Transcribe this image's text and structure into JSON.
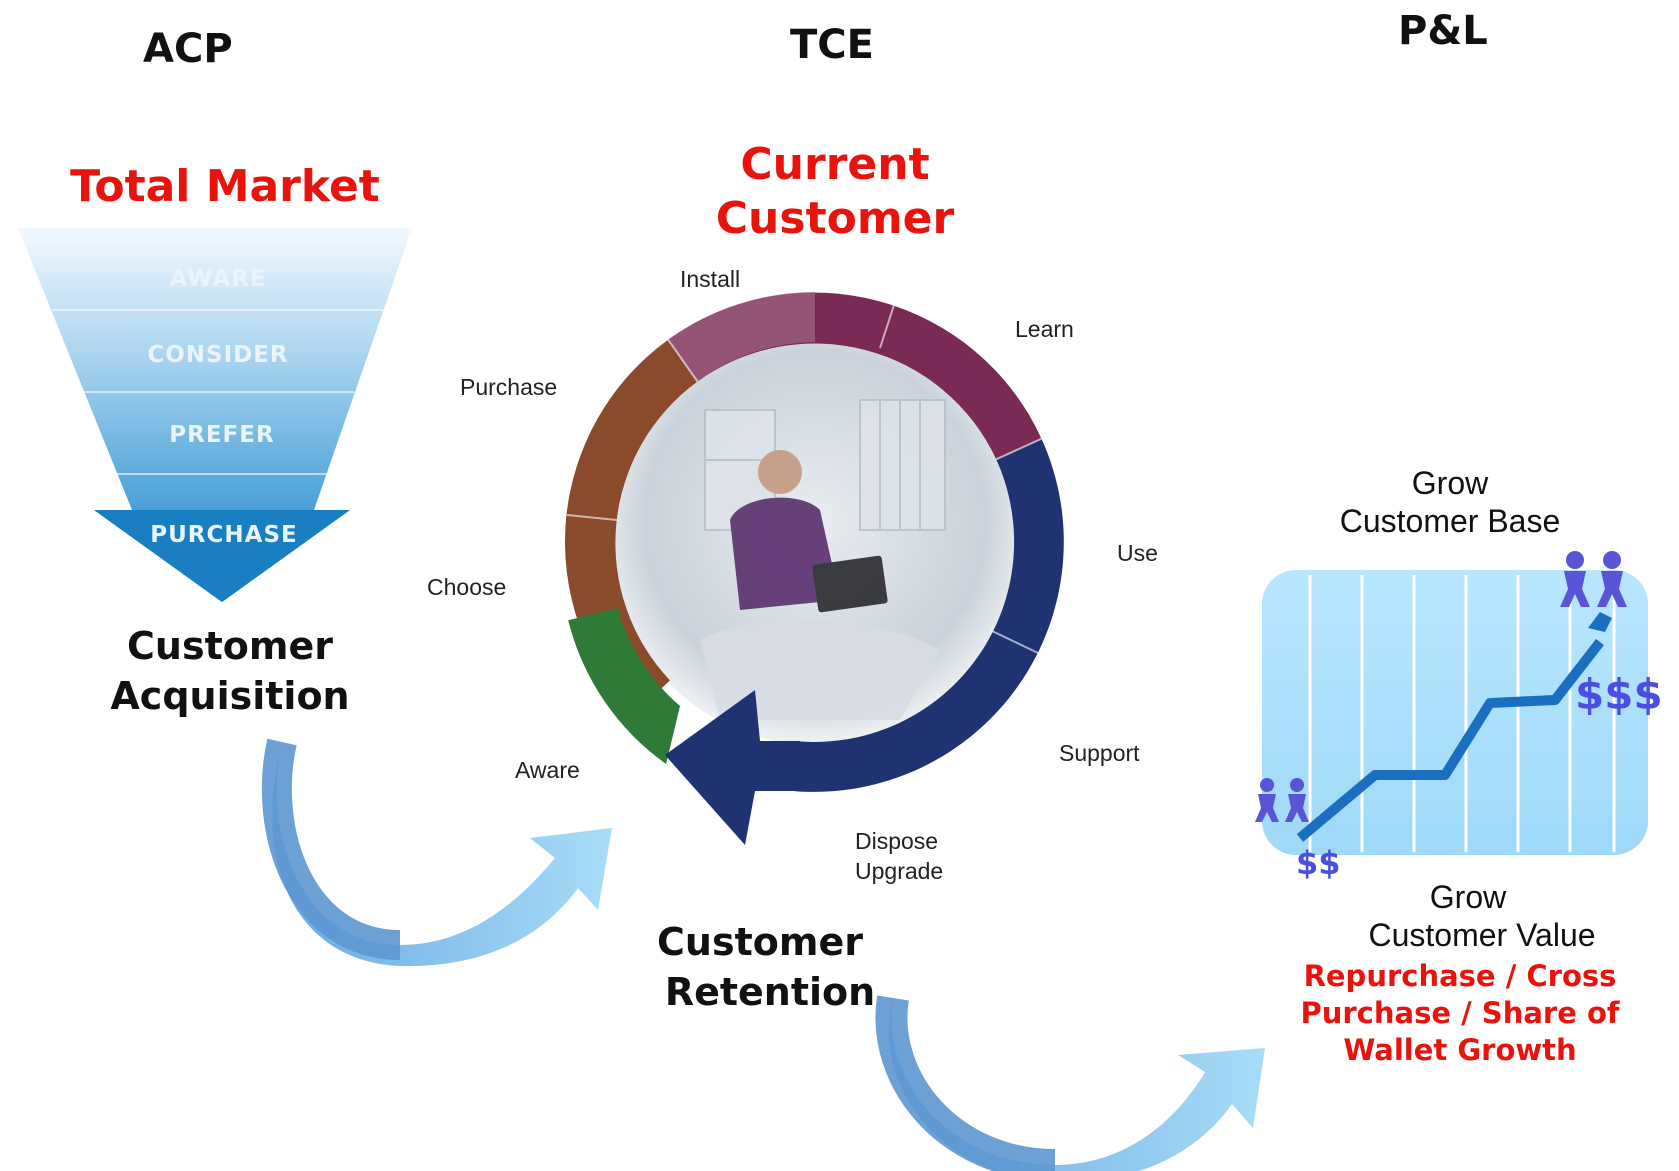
{
  "headers": {
    "acp": "ACP",
    "tce": "TCE",
    "pl": "P&L"
  },
  "acquisition": {
    "title": "Total Market",
    "funnel_stages": [
      "AWARE",
      "CONSIDER",
      "PREFER",
      "PURCHASE"
    ],
    "caption_line1": "Customer",
    "caption_line2": "Acquisition"
  },
  "retention": {
    "title_line1": "Current",
    "title_line2": "Customer",
    "cycle_stages": {
      "install": "Install",
      "learn": "Learn",
      "purchase": "Purchase",
      "use": "Use",
      "choose": "Choose",
      "support": "Support",
      "aware": "Aware",
      "dispose_upgrade_line1": "Dispose",
      "dispose_upgrade_line2": "Upgrade"
    },
    "caption_line1": "Customer",
    "caption_line2": "Retention"
  },
  "growth": {
    "base_line1": "Grow",
    "base_line2": "Customer Base",
    "value_line1": "Grow",
    "value_line2": "Customer Value",
    "sub_line1": "Repurchase / Cross",
    "sub_line2": "Purchase / Share of",
    "sub_line3": "Wallet Growth",
    "low_money": "$$",
    "high_money": "$$$"
  },
  "colors": {
    "accent_red": "#e8130c",
    "funnel_blue": "#1f86c8",
    "ring_maroon": "#7a2a55",
    "ring_brown": "#8a4a2c",
    "ring_green": "#2e7a36",
    "ring_navy": "#1f3373",
    "chart_bg": "#a9defa",
    "trend_line": "#1a6fc0",
    "people_purple": "#5a54d6"
  },
  "icons": [
    "funnel-icon",
    "cycle-ring-icon",
    "person-laptop-photo",
    "curved-arrow-icon",
    "people-icon",
    "growth-line-icon"
  ]
}
